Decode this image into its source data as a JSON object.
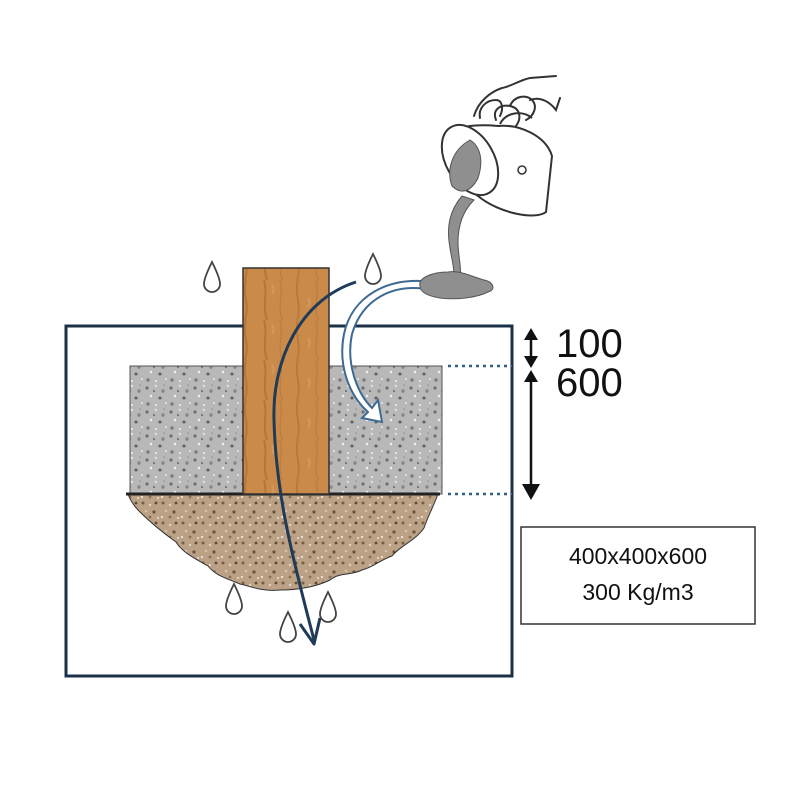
{
  "dimensions": {
    "top_gap": "100",
    "depth": "600"
  },
  "spec": {
    "size": "400x400x600",
    "density": "300 Kg/m3"
  },
  "colors": {
    "frame": "#1b3147",
    "wood": "#c98a4a",
    "concrete": "#b3b3b3",
    "gravel": "#b59a80",
    "pour": "#8f8f8f",
    "arrow": "#1f3b57",
    "guide_dots": "#2f5e86"
  },
  "icons": {
    "hand": "hand-icon",
    "bucket": "bucket-icon",
    "drop": "water-drop-icon"
  }
}
